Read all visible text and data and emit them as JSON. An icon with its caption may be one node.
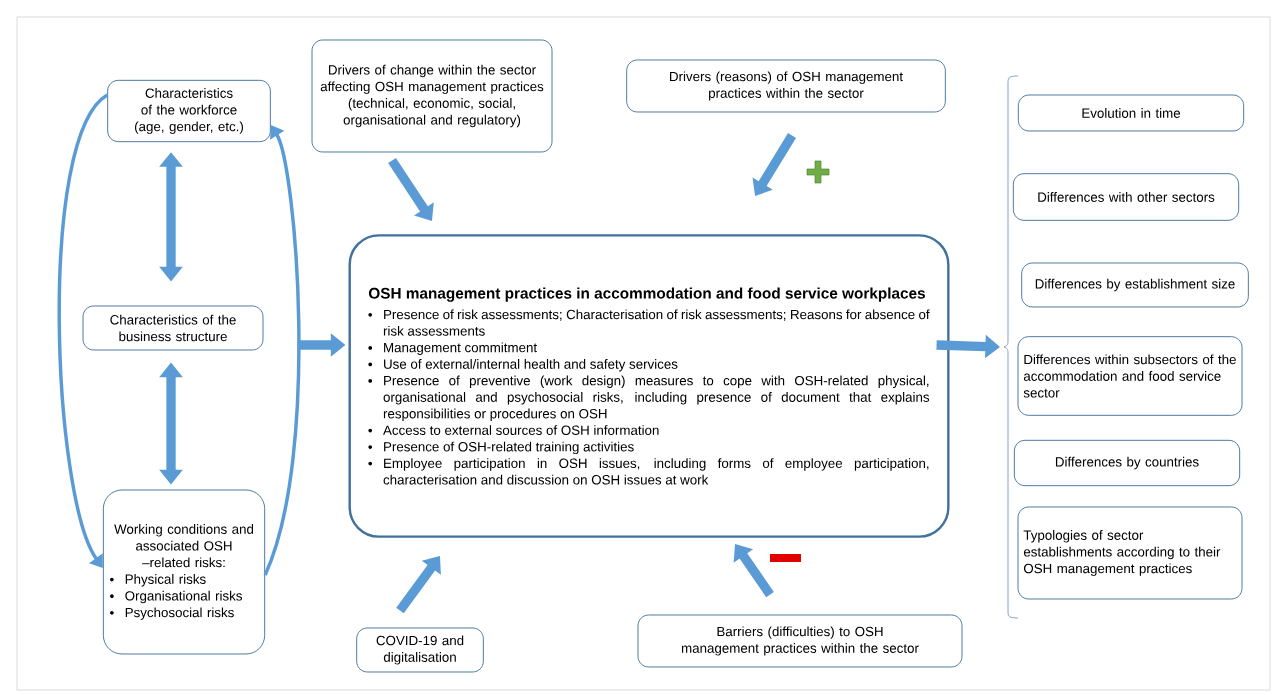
{
  "diagram": {
    "nodes": [
      {
        "text": [
          "Characteristics of the workforce (age, gender, etc.)"
        ]
      },
      {
        "text": [
          "Characteristics of the business structure"
        ]
      },
      {
        "text": [
          "Working conditions and associated OSH –related risks:",
          "Physical risks",
          "Organisational risks",
          "Psychosocial risks"
        ]
      },
      {
        "text": [
          "Drivers of change within the sector affecting OSH management practices (technical, economic, social, organisational and regulatory)"
        ]
      },
      {
        "text": [
          "Drivers (reasons) of OSH management practices within the sector"
        ]
      },
      {
        "text": [
          "OSH management practices in accommodation and food service workplaces",
          "Presence of risk assessments; Characterisation of risk assessments; Reasons for absence of risk assessments",
          "Management commitment",
          "Use of external/internal health and safety services",
          "Presence of preventive (work design) measures to cope with OSH-related physical, organisational and psychosocial risks, including presence of document that explains responsibilities or procedures on OSH",
          "Access to external sources of OSH information",
          "Presence of OSH-related training activities",
          "Employee participation in OSH issues, including forms of employee participation, characterisation and discussion on OSH issues at work"
        ]
      },
      {
        "text": [
          "COVID-19 and digitalisation"
        ]
      },
      {
        "text": [
          "Barriers (difficulties) to OSH management practices within the sector"
        ]
      },
      {
        "text": [],
        "shape": "bracket"
      },
      {
        "text": [
          "Evolution in time"
        ]
      },
      {
        "text": [
          "Differences with other sectors"
        ]
      },
      {
        "text": [
          "Differences by establishment size"
        ]
      },
      {
        "text": [
          "Differences within subsectors of the accommodation and food service sector"
        ]
      },
      {
        "text": [
          "Differences by countries"
        ]
      },
      {
        "text": [
          "Typologies of sector establishments according to their OSH management practices"
        ]
      }
    ],
    "edges": [
      {
        "from": 0,
        "to": 1,
        "arrow": "both"
      },
      {
        "from": 1,
        "to": 2,
        "arrow": "both"
      },
      {
        "from": 0,
        "to": 2,
        "arrow": "to"
      },
      {
        "from": 2,
        "to": 0,
        "arrow": "to"
      },
      {
        "from": 1,
        "to": 5,
        "arrow": "to"
      },
      {
        "from": 3,
        "to": 5,
        "arrow": "to"
      },
      {
        "from": 4,
        "to": 5,
        "arrow": "to"
      },
      {
        "from": 6,
        "to": 5,
        "arrow": "to"
      },
      {
        "from": 7,
        "to": 5,
        "arrow": "to"
      },
      {
        "from": 5,
        "to": 8,
        "arrow": "to"
      }
    ]
  }
}
